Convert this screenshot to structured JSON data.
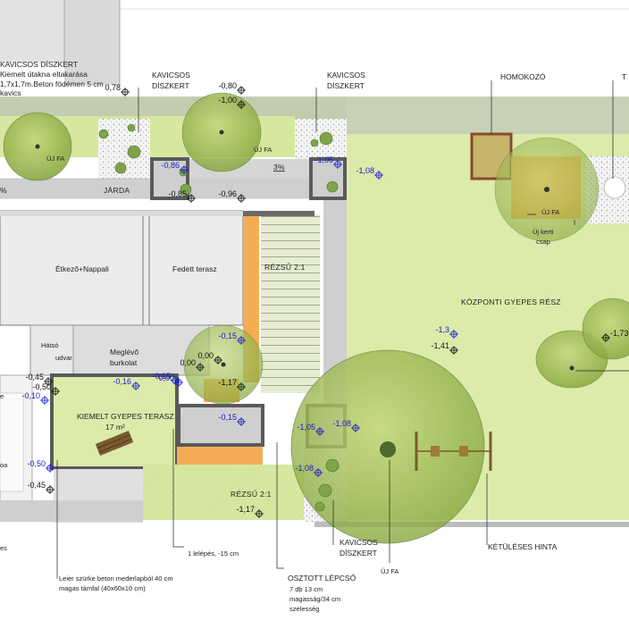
{
  "labels": {
    "kavicsos_diszkert_topleft_1": "KAVICSOS DÍSZKERT",
    "kavicsos_diszkert_topleft_2": "Kiemelt útakna eltakarása",
    "kavicsos_diszkert_topleft_3": "1,7x1,7m.Beton födémen 5 cm",
    "kavicsos_diszkert_topleft_4": "kavics",
    "kavicsos_1": "KAVICSOS",
    "diszkert_1": "DÍSZKERT",
    "kavicsos_2": "KAVICSOS",
    "diszkert_2": "DÍSZKERT",
    "kavicsos_3": "KAVICSOS",
    "diszkert_3": "DÍSZKERT",
    "homokozo": "HOMOKOZÓ",
    "top_right_letter": "T",
    "uj_fa_1": "ÚJ FA",
    "uj_fa_2": "ÚJ FA",
    "uj_fa_3": "ÚJ FA",
    "uj_fa_4": "ÚJ FA",
    "jarda": "JÁRDA",
    "pct_3": "3%",
    "pct_left": "%",
    "etkezo": "Étkező+Nappali",
    "fedett_terasz": "Fedett terasz",
    "rezsu_1": "RÉZSŰ 2:1",
    "rezsu_2": "RÉZSŰ 2:1",
    "kozponti": "KÖZPONTI GYEPES RÉSZ",
    "uj_kerti_csap_1": "Új kerti",
    "uj_kerti_csap_2": "csap",
    "hatso_1": "Hátsó",
    "hatso_2": "udvar",
    "meglevo_1": "Meglévő",
    "meglevo_2": "burkolat",
    "kiemelt_1": "KIEMELT GYEPES TERASZ",
    "kiemelt_2": "17 m²",
    "left_e": "e",
    "left_oa": "oa",
    "left_es": "es",
    "egy_lepes": "1 lelépés, -15 cm",
    "leier_1": "Leier szürke beton mederlapból 40 cm",
    "leier_2": "magas támfal (40x60x10 cm)",
    "osztott_1": "OSZTOTT LÉPCSŐ",
    "osztott_2": "7 db 13 cm",
    "osztott_3": "magasság/34 cm",
    "osztott_4": "szélesség",
    "ketuleses": "KÉTÜLÉSES HINTA"
  },
  "levels": [
    {
      "id": "l1",
      "text": "0,78",
      "color": "#111111"
    },
    {
      "id": "l2",
      "text": "-0,80",
      "color": "#111111"
    },
    {
      "id": "l3",
      "text": "-1,00",
      "color": "#111111"
    },
    {
      "id": "l4",
      "text": "-0,86",
      "color": "#1a1acc"
    },
    {
      "id": "l5",
      "text": "-0,85",
      "color": "#111111"
    },
    {
      "id": "l6",
      "text": "-0,96",
      "color": "#111111"
    },
    {
      "id": "l7",
      "text": "-1,05",
      "color": "#1a1acc"
    },
    {
      "id": "l8",
      "text": "-1,08",
      "color": "#1a1acc"
    },
    {
      "id": "l9",
      "text": "-0,15",
      "color": "#1a1acc"
    },
    {
      "id": "l10",
      "text": "0,00",
      "color": "#111111"
    },
    {
      "id": "l11",
      "text": "0,00",
      "color": "#1a1acc"
    },
    {
      "id": "l12",
      "text": "0,00",
      "color": "#111111"
    },
    {
      "id": "l13",
      "text": "-0,15",
      "color": "#1a1acc"
    },
    {
      "id": "l14",
      "text": "-0,16",
      "color": "#1a1acc"
    },
    {
      "id": "l15",
      "text": "-1,17",
      "color": "#111111"
    },
    {
      "id": "l16",
      "text": "-0,45",
      "color": "#111111"
    },
    {
      "id": "l17",
      "text": "-0,50",
      "color": "#111111"
    },
    {
      "id": "l18",
      "text": "-0,10",
      "color": "#1a1acc"
    },
    {
      "id": "l19",
      "text": "-0,15",
      "color": "#1a1acc"
    },
    {
      "id": "l20",
      "text": "-1,05",
      "color": "#1a1acc"
    },
    {
      "id": "l21",
      "text": "-1,08",
      "color": "#1a1acc"
    },
    {
      "id": "l22",
      "text": "-1,3",
      "color": "#1a1acc"
    },
    {
      "id": "l23",
      "text": "-1,41",
      "color": "#111111"
    },
    {
      "id": "l24",
      "text": "-1,73",
      "color": "#111111"
    },
    {
      "id": "l25",
      "text": "-0,50",
      "color": "#1a1acc"
    },
    {
      "id": "l26",
      "text": "-0,45",
      "color": "#111111"
    },
    {
      "id": "l27",
      "text": "-1,08",
      "color": "#1a1acc"
    },
    {
      "id": "l28",
      "text": "-1,17",
      "color": "#111111"
    }
  ],
  "colors": {
    "lawn": "#d9e9a3",
    "lawn_light": "#e4efb9",
    "hedge": "#bcc9a8",
    "paving": "#d3d3d3",
    "building": "#ececec",
    "wall_dark": "#585858",
    "orange": "#f5a84a",
    "tree_fill": "#9fbc54",
    "level_blue": "#1a1acc"
  }
}
